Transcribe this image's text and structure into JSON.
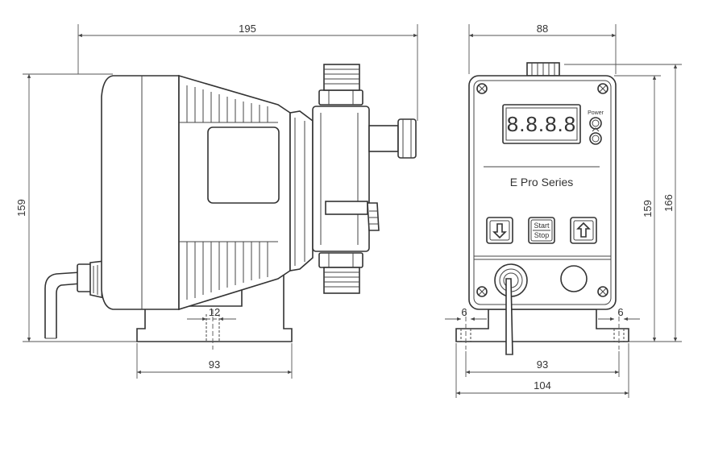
{
  "side_view": {
    "dim_width": "195",
    "dim_height": "159",
    "dim_slot": "12",
    "dim_base": "93"
  },
  "front_view": {
    "dim_width": "88",
    "dim_height_body": "159",
    "dim_height_total": "166",
    "dim_base_inner": "93",
    "dim_base_outer": "104",
    "dim_hole_left": "6",
    "dim_hole_right": "6",
    "display_text": "8.8.8.8",
    "series_label": "E Pro Series",
    "power_label": "Power",
    "start_label": "Start",
    "stop_label": "Stop"
  }
}
